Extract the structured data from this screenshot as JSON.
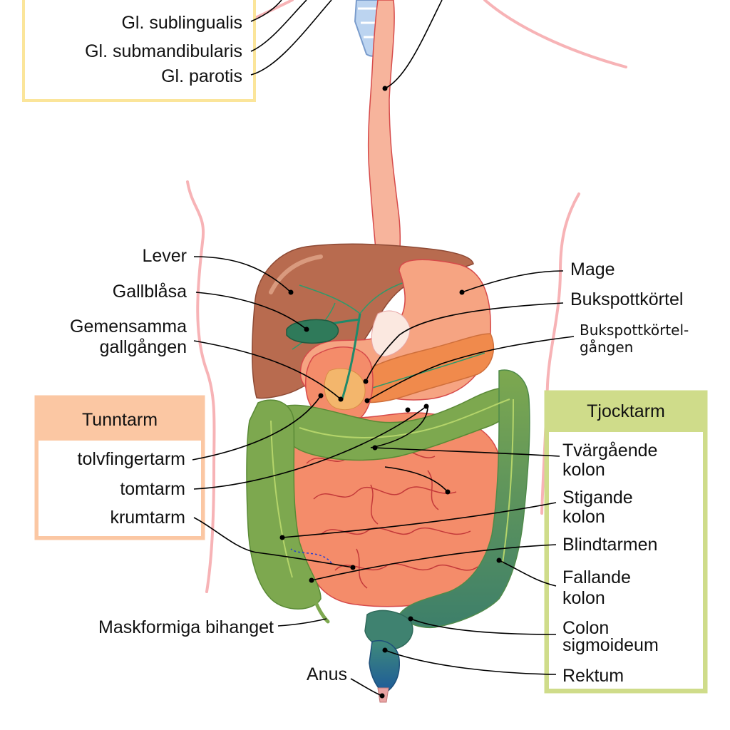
{
  "colors": {
    "salivary_box": "#fbe59a",
    "small_int_header": "#fbc7a3",
    "large_int_header": "#cfdc8a",
    "liver": "#b86b4f",
    "stomach": "#f6a482",
    "pancreas": "#f08a4c",
    "small_intestine": "#f48c6a",
    "colon": "#7da84f",
    "gallbladder": "#2f7a5a",
    "rectum": "#2e6f9a",
    "body_outline": "#f7b3b6"
  },
  "salivary": {
    "sublingual": "Gl. sublingualis",
    "submandibular": "Gl. submandibularis",
    "parotid": "Gl. parotis"
  },
  "organs": {
    "liver": "Lever",
    "gallbladder": "Gallblåsa",
    "common_bile_duct_1": "Gemensamma",
    "common_bile_duct_2": "gallgången",
    "stomach": "Mage",
    "pancreas": "Bukspottkörtel",
    "pancreatic_duct_1": "Bukspottkörtel-",
    "pancreatic_duct_2": "gången",
    "appendix": "Maskformiga bihanget",
    "anus": "Anus"
  },
  "small_intestine": {
    "header": "Tunntarm",
    "duodenum": "tolvfingertarm",
    "jejunum": "tomtarm",
    "ileum": "krumtarm"
  },
  "large_intestine": {
    "header": "Tjocktarm",
    "transverse_1": "Tvärgående",
    "transverse_2": "kolon",
    "ascending_1": "Stigande",
    "ascending_2": "kolon",
    "cecum": "Blindtarmen",
    "descending_1": "Fallande",
    "descending_2": "kolon",
    "sigmoid_1": "Colon",
    "sigmoid_2": "sigmoideum",
    "rectum": "Rektum"
  }
}
